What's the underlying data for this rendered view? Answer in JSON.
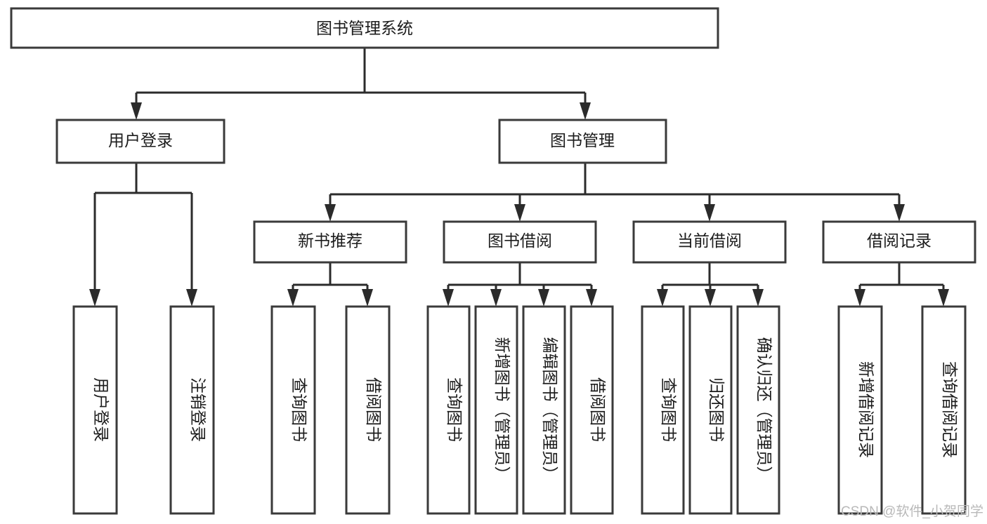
{
  "diagram": {
    "title": "图书管理系统",
    "type": "tree-hierarchy-chart",
    "watermark": "CSDN @软件_小贺同学",
    "colors": {
      "box_fill": "#ffffff",
      "box_stroke": "#3a3a3a",
      "connector": "#2b2b2b",
      "text": "#1c1c1c",
      "watermark": "#b9b9b9",
      "background": "#ffffff"
    },
    "nodes": {
      "root": {
        "label": "图书管理系统"
      },
      "level2": [
        {
          "label": "用户登录"
        },
        {
          "label": "图书管理"
        }
      ],
      "level3": [
        {
          "label": "新书推荐"
        },
        {
          "label": "图书借阅"
        },
        {
          "label": "当前借阅"
        },
        {
          "label": "借阅记录"
        }
      ],
      "leaves": {
        "user_login": [
          {
            "label": "用户登录"
          },
          {
            "label": "注销登录"
          }
        ],
        "new_book_recommend": [
          {
            "label": "查询图书"
          },
          {
            "label": "借阅图书"
          }
        ],
        "book_borrow": [
          {
            "label": "查询图书"
          },
          {
            "label": "新增图书（管理员）"
          },
          {
            "label": "编辑图书（管理员）"
          },
          {
            "label": "借阅图书"
          }
        ],
        "current_borrow": [
          {
            "label": "查询图书"
          },
          {
            "label": "归还图书"
          },
          {
            "label": "确认归还（管理员）"
          }
        ],
        "borrow_records": [
          {
            "label": "新增借阅记录"
          },
          {
            "label": "查询借阅记录"
          }
        ]
      }
    }
  }
}
